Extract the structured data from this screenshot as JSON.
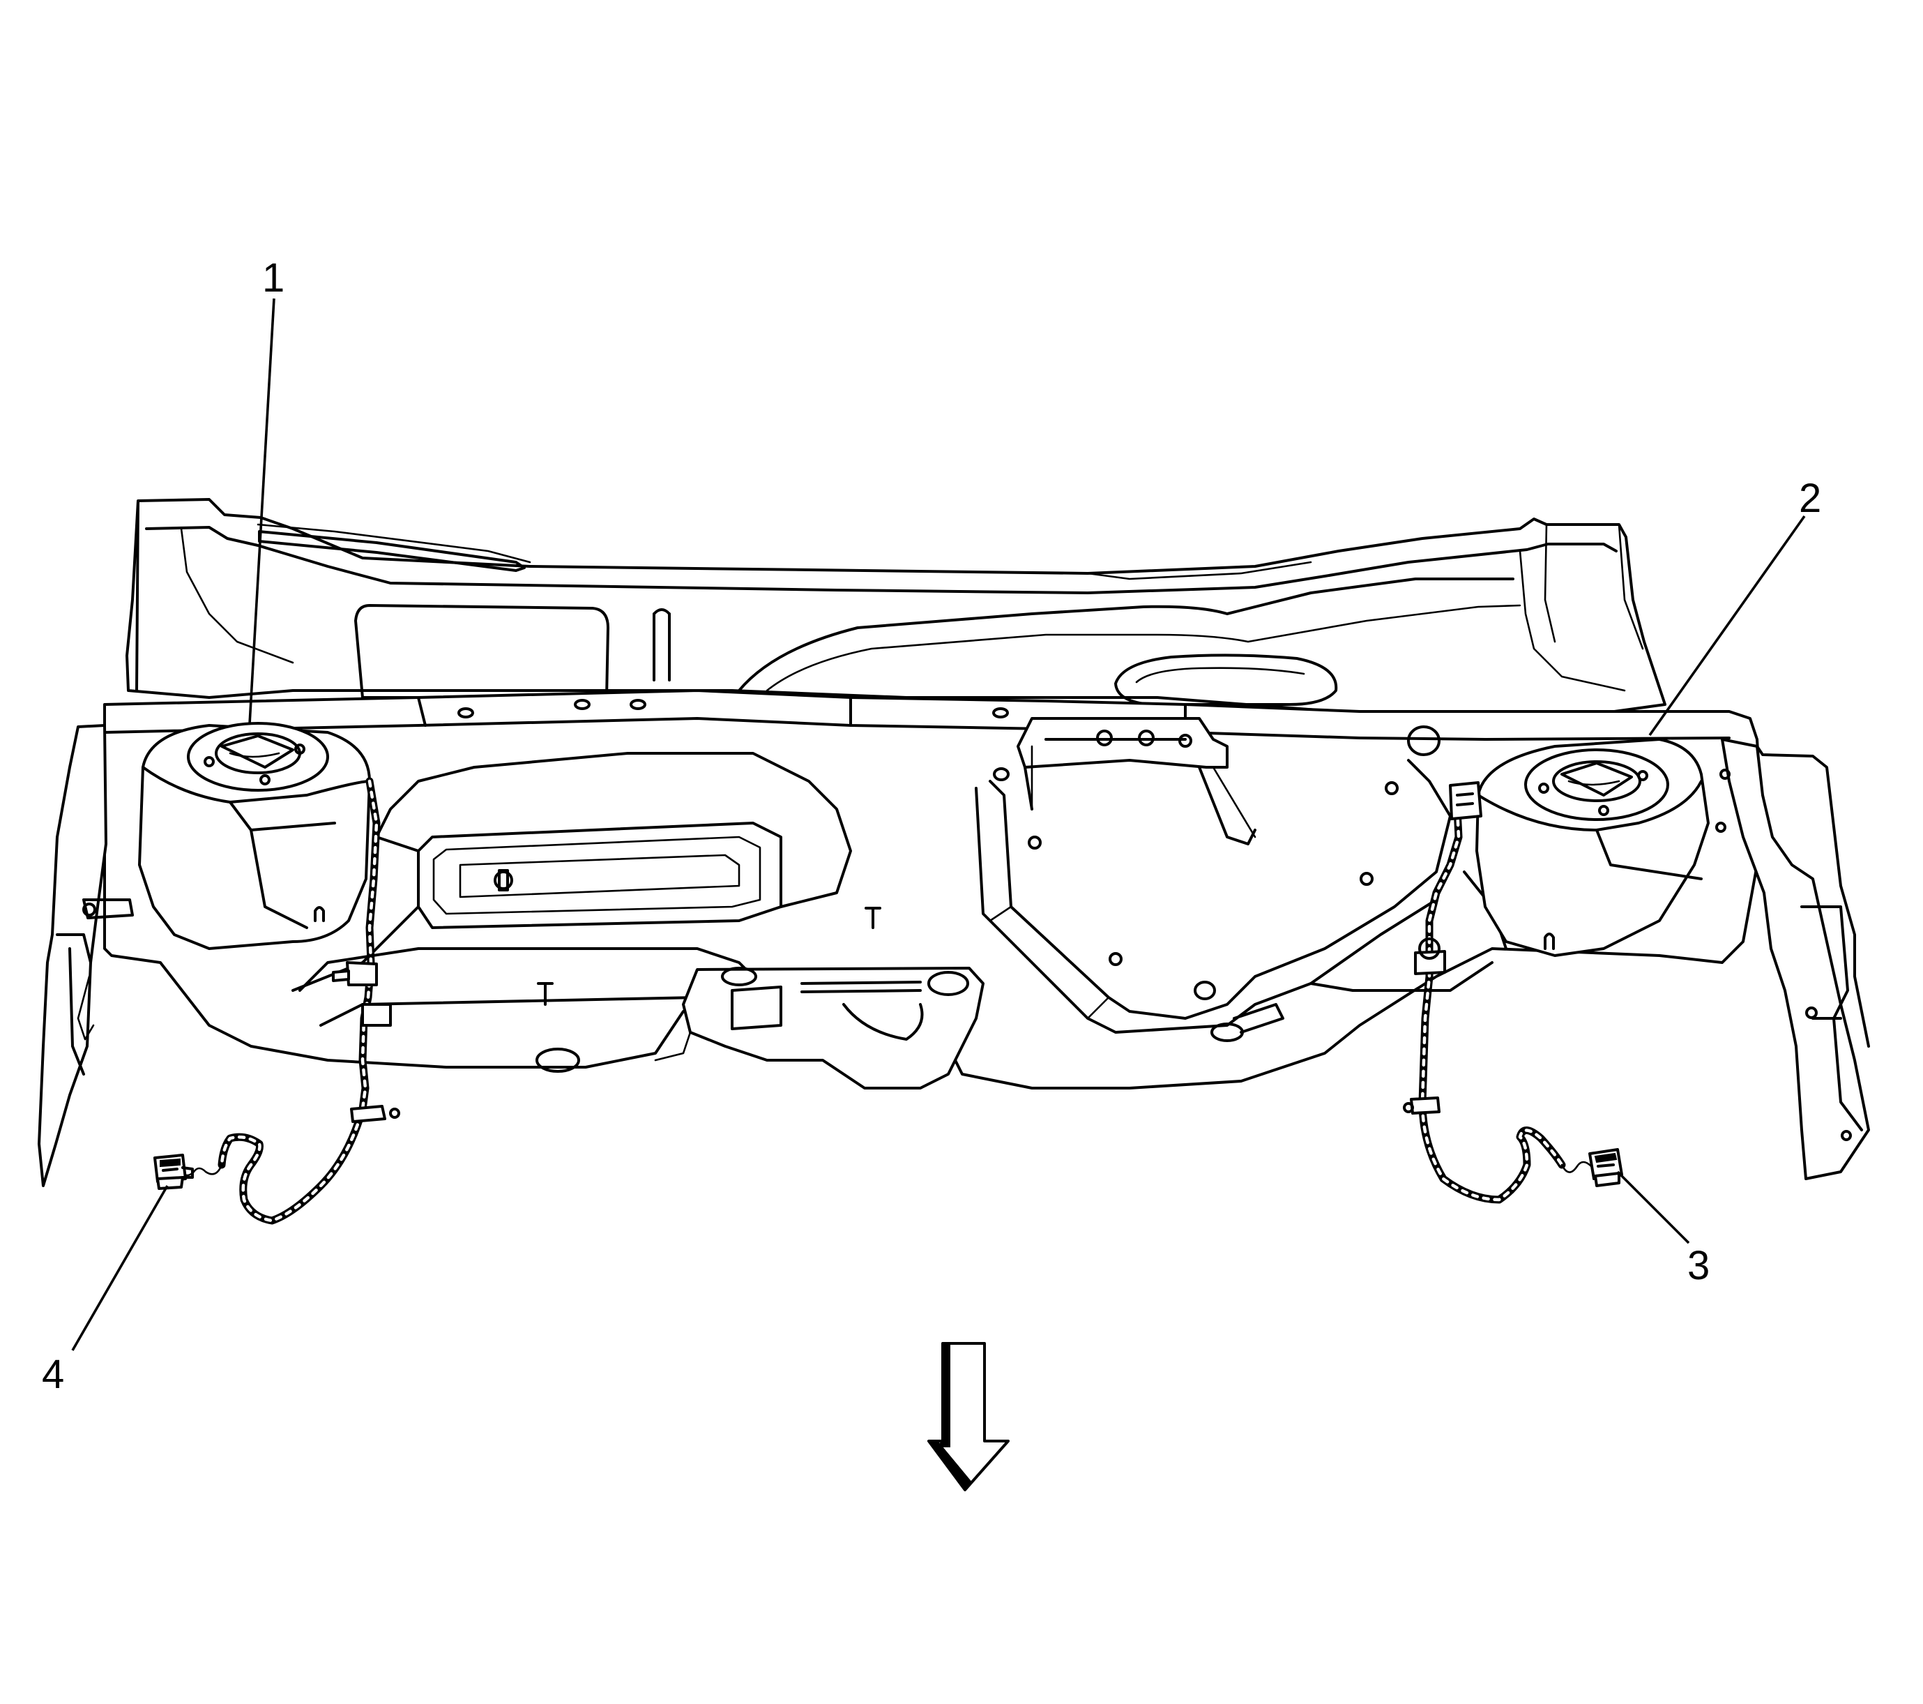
{
  "callouts": {
    "c1": "1",
    "c2": "2",
    "c3": "3",
    "c4": "4"
  },
  "arrow": {
    "direction": "down"
  },
  "colors": {
    "line": "#000000",
    "background": "#ffffff"
  }
}
